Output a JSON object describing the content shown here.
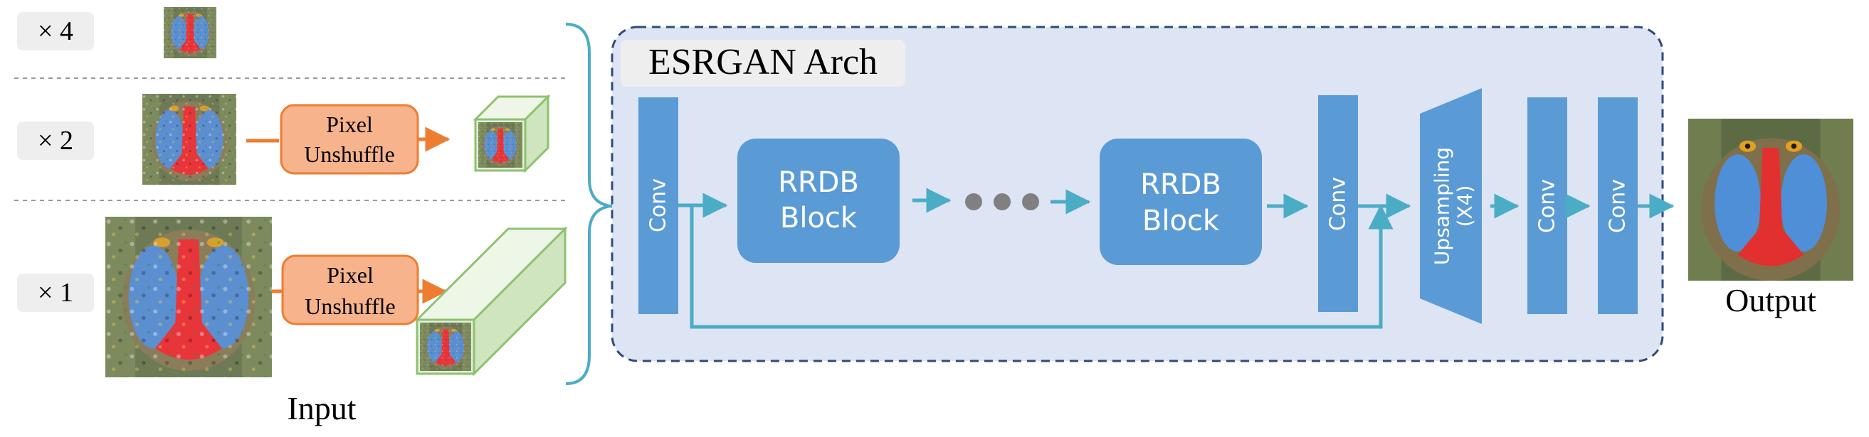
{
  "scales": [
    "× 4",
    "× 2",
    "× 1"
  ],
  "pixel_unshuffle": [
    "Pixel",
    "Unshuffle"
  ],
  "input_label": "Input",
  "arch_title": "ESRGAN Arch",
  "conv_label": "Conv",
  "rrdb": [
    "RRDB",
    "Block"
  ],
  "upsampling": [
    "Upsampling",
    "(X4)"
  ],
  "output_label": "Output",
  "colors": {
    "arch_bg": "#dde4f4",
    "arch_border": "#2f4b7a",
    "block_blue": "#5b9bd5",
    "arrow_teal": "#4bacc6",
    "orange_fill": "#f7b38b",
    "orange_stroke": "#ed7d31",
    "cube_fill": "#e2efda",
    "cube_stroke": "#8fc16e",
    "label_bg": "#eeeeee",
    "dots": "#808080"
  }
}
